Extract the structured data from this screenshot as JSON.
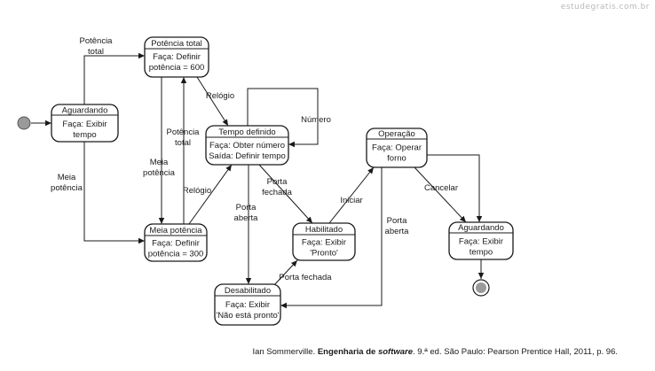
{
  "watermark": "estudegratis.com.br",
  "caption": {
    "author": "Ian Sommerville. ",
    "title_a": "Engenharia de ",
    "title_b": "software",
    "rest": ". 9.ª ed. São Paulo: Pearson Prentice Hall, 2011, p. 96."
  },
  "states": {
    "aguardando1": {
      "name": "Aguardando",
      "l1": "Faça: Exibir",
      "l2": "tempo"
    },
    "potencia_total": {
      "name": "Potência total",
      "l1": "Faça: Definir",
      "l2": "potência = 600"
    },
    "meia_potencia": {
      "name": "Meia potência",
      "l1": "Faça: Definir",
      "l2": "potência = 300"
    },
    "tempo_definido": {
      "name": "Tempo definido",
      "l1": "Faça: Obter número",
      "l2": "Saída: Definir tempo"
    },
    "desabilitado": {
      "name": "Desabilitado",
      "l1": "Faça: Exibir",
      "l2": "'Não está pronto'"
    },
    "habilitado": {
      "name": "Habilitado",
      "l1": "Faça: Exibir",
      "l2": "'Pronto'"
    },
    "operacao": {
      "name": "Operação",
      "l1": "Faça: Operar",
      "l2": "forno"
    },
    "aguardando2": {
      "name": "Aguardando",
      "l1": "Faça: Exibir",
      "l2": "tempo"
    }
  },
  "edges": {
    "potencia_total_a": "Potência",
    "potencia_total_b": "total",
    "meia_potencia_a": "Meia",
    "meia_potencia_b": "potência",
    "relogio_top": "Relógio",
    "meia_pot_down_a": "Meia",
    "meia_pot_down_b": "potência",
    "pot_total_up_a": "Potência",
    "pot_total_up_b": "total",
    "relogio_bottom": "Relógio",
    "numero": "Número",
    "porta_fechada_1a": "Porta",
    "porta_fechada_1b": "fechada",
    "porta_aberta_1a": "Porta",
    "porta_aberta_1b": "aberta",
    "porta_fechada_2": "Porta fechada",
    "iniciar": "Iniciar",
    "porta_aberta_2a": "Porta",
    "porta_aberta_2b": "aberta",
    "cancelar": "Cancelar"
  }
}
